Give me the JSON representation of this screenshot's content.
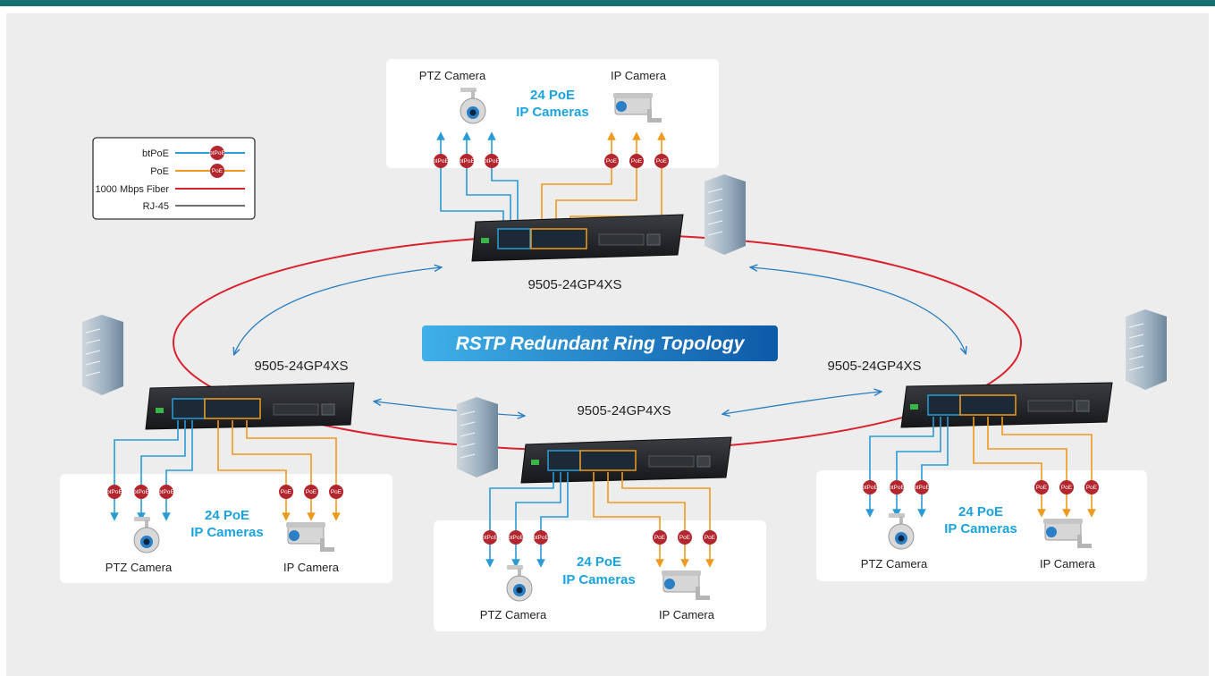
{
  "banner": {
    "title": "RSTP Redundant Ring Topology"
  },
  "legend": {
    "items": [
      {
        "label": "btPoE",
        "badge": "btPoE",
        "color": "#2a9bd6"
      },
      {
        "label": "PoE",
        "badge": "PoE",
        "color": "#ef9a1e"
      },
      {
        "label": "1000 Mbps Fiber",
        "color": "#d9232e"
      },
      {
        "label": "RJ-45",
        "color": "#707070"
      }
    ]
  },
  "switches": {
    "top": {
      "model": "9505-24GP4XS"
    },
    "left": {
      "model": "9505-24GP4XS"
    },
    "center": {
      "model": "9505-24GP4XS"
    },
    "right": {
      "model": "9505-24GP4XS"
    }
  },
  "camera_groups": {
    "top": {
      "title_line1": "24 PoE",
      "title_line2": "IP Cameras",
      "ptz_label": "PTZ Camera",
      "ip_label": "IP Camera"
    },
    "left": {
      "title_line1": "24 PoE",
      "title_line2": "IP Cameras",
      "ptz_label": "PTZ Camera",
      "ip_label": "IP Camera"
    },
    "center": {
      "title_line1": "24 PoE",
      "title_line2": "IP Cameras",
      "ptz_label": "PTZ Camera",
      "ip_label": "IP Camera"
    },
    "right": {
      "title_line1": "24 PoE",
      "title_line2": "IP Cameras",
      "ptz_label": "PTZ Camera",
      "ip_label": "IP Camera"
    }
  },
  "badges": {
    "btpoe": "btPoE",
    "poe": "PoE"
  },
  "colors": {
    "btpoe": "#2a9bd6",
    "poe": "#ef9a1e",
    "fiber": "#d9232e",
    "rj45": "#707070",
    "accent": "#1aa3dc",
    "topbar": "#167272"
  }
}
